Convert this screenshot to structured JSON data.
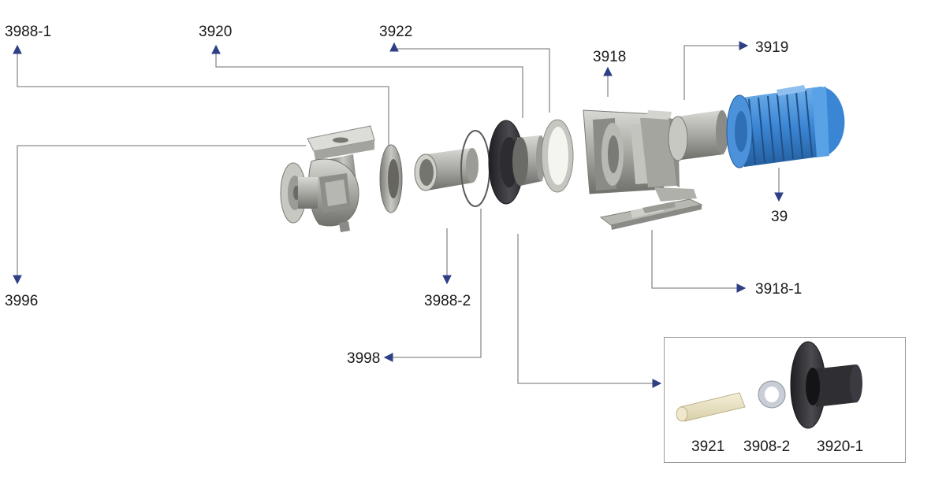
{
  "labels": {
    "l3988_1": "3988-1",
    "l3920": "3920",
    "l3922": "3922",
    "l3918": "3918",
    "l3919": "3919",
    "l39": "39",
    "l3996": "3996",
    "l3988_2": "3988-2",
    "l3998": "3998",
    "l3918_1": "3918-1",
    "l3921": "3921",
    "l3908_2": "3908-2",
    "l3920_1": "3920-1"
  },
  "colors": {
    "leader": "#8c8c8c",
    "arrow": "#2f3f86",
    "part_gray": "#9a9a96",
    "part_dark": "#3a3a3e",
    "motor_blue": "#3b86d4",
    "pin": "#e9e2c5"
  }
}
